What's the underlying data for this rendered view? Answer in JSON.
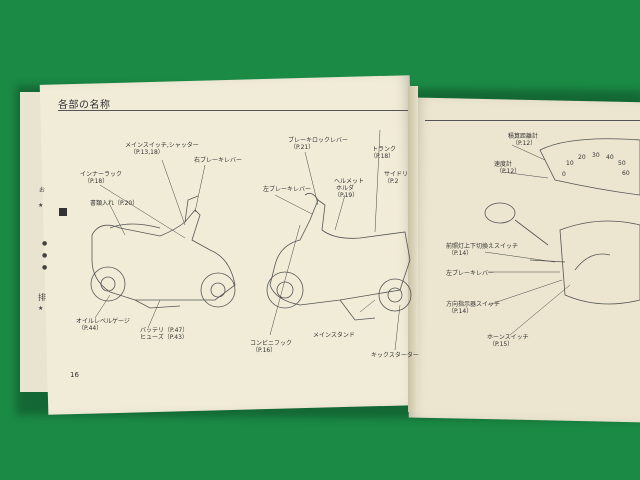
{
  "left_page": {
    "section_title": "各部の名称",
    "page_number": "16",
    "labels": {
      "main_switch": "メインスイッチ,シャッター",
      "main_switch_ref": "（P.13,18）",
      "right_brake_lever": "右ブレーキレバー",
      "inner_rack": "インナーラック",
      "inner_rack_ref": "（P.18）",
      "storage": "書類入れ（P.20）",
      "oil_level_gauge": "オイルレベルゲージ",
      "oil_level_gauge_ref": "（P.44）",
      "battery": "バッテリ（P.47）",
      "fuse": "ヒューズ（P.43）",
      "brake_lock_lever": "ブレーキロックレバー",
      "brake_lock_lever_ref": "（P.21）",
      "trunk": "トランク",
      "trunk_ref": "（P.18）",
      "left_brake_lever": "左ブレーキレバー",
      "helmet_holder": "ヘルメット",
      "helmet_holder_2": "ホルダ",
      "helmet_holder_ref": "（P.19）",
      "side_frag": "サイドリ",
      "side_frag_ref": "（P.2",
      "combination_hook": "コンビニフック",
      "combination_hook_ref": "（P.16）",
      "main_stand": "メインスタンド",
      "kick_starter": "キックスターター"
    },
    "margin_fragments": [
      "お",
      "★",
      "●",
      "●",
      "●",
      "排",
      "★"
    ]
  },
  "right_page": {
    "labels": {
      "speedometer": "積算距離計",
      "speedometer_ref": "（P.12）",
      "speed_meter": "速度計",
      "speed_meter_ref": "（P.12）",
      "headlight_switch": "前照灯上下切換えスイッチ",
      "headlight_switch_ref": "（P.14）",
      "left_brake_lever": "左ブレーキレバー",
      "turn_signal_switch": "方向指示器スイッチ",
      "turn_signal_switch_ref": "（P.14）",
      "horn_switch": "ホーンスイッチ",
      "horn_switch_ref": "（P.15）"
    },
    "gauge_ticks": [
      "0",
      "10",
      "20",
      "30",
      "40",
      "50",
      "60"
    ]
  },
  "colors": {
    "background": "#1a8a45",
    "page": "#f1ecd8",
    "ink": "#333333"
  }
}
